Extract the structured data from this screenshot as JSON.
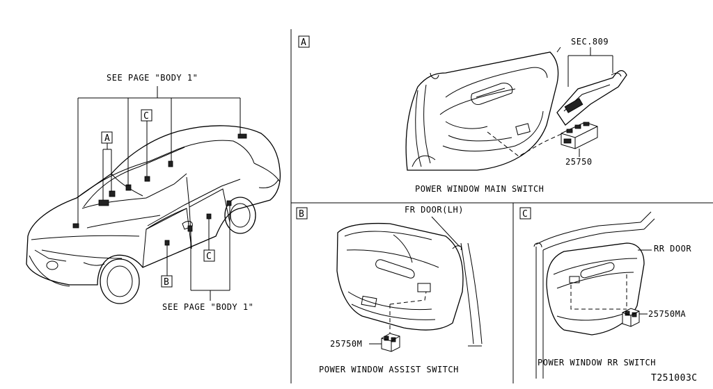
{
  "callouts": {
    "see_page_top": "SEE PAGE \"BODY 1\"",
    "see_page_bottom": "SEE PAGE \"BODY 1\"",
    "marker_a": "A",
    "marker_b": "B",
    "marker_c_top": "C",
    "marker_c_bottom": "C"
  },
  "panel_a": {
    "tag": "A",
    "sec_ref": "SEC.809",
    "part_number": "25750",
    "caption": "POWER WINDOW MAIN SWITCH"
  },
  "panel_b": {
    "tag": "B",
    "door_label": "FR DOOR(LH)",
    "part_number": "25750M",
    "caption": "POWER WINDOW ASSIST SWITCH"
  },
  "panel_c": {
    "tag": "C",
    "door_label": "RR DOOR",
    "part_number": "25750MA",
    "caption": "POWER WINDOW RR SWITCH"
  },
  "diagram_id": "T251003C"
}
